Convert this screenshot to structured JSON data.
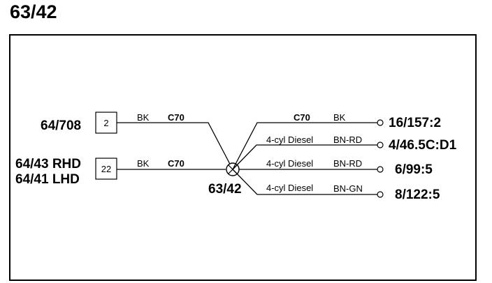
{
  "title": "63/42",
  "splice_label": "63/42",
  "left": {
    "conn1_label": "64/708",
    "conn1_pin": "2",
    "conn2_label_line1": "64/43 RHD",
    "conn2_label_line2": "64/41 LHD",
    "conn2_pin": "22"
  },
  "wires": {
    "w1_color": "BK",
    "w1_circuit": "C70",
    "w2_color": "BK",
    "w2_circuit": "C70",
    "r1_circuit": "C70",
    "r1_color": "BK",
    "r2_note": "4-cyl Diesel",
    "r2_color": "BN-RD",
    "r3_note": "4-cyl Diesel",
    "r3_color": "BN-RD",
    "r4_note": "4-cyl Diesel",
    "r4_color": "BN-GN"
  },
  "right": {
    "t1": "16/157:2",
    "t2": "4/46.5C:D1",
    "t3": "6/99:5",
    "t4": "8/122:5"
  }
}
